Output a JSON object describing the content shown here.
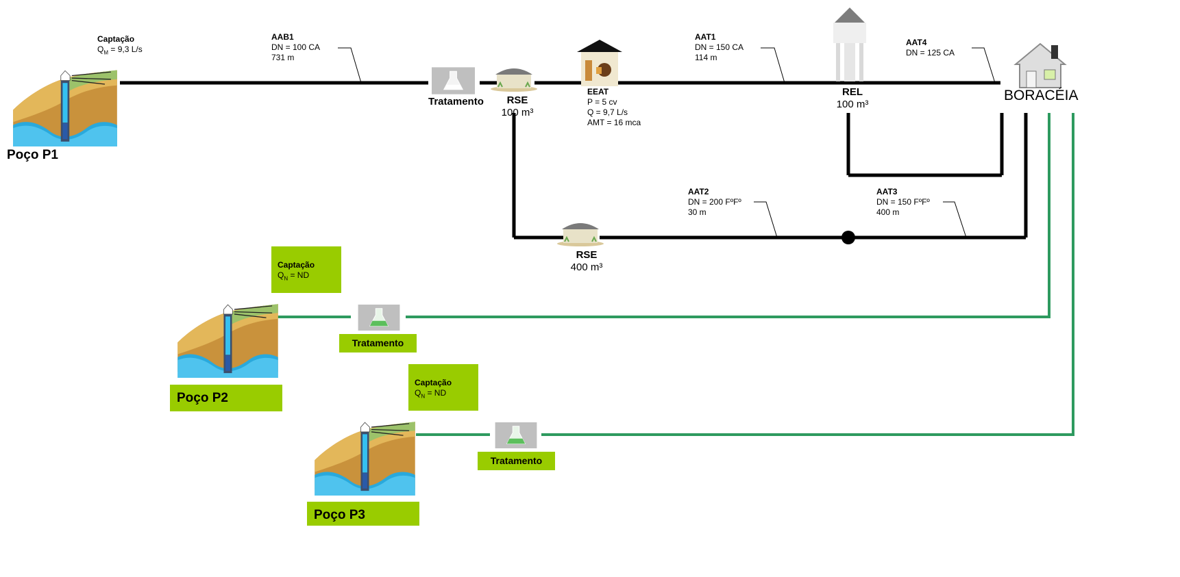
{
  "colors": {
    "main_line": "#000000",
    "secondary_line": "#2e9a5f",
    "label_box": "#99cc00",
    "ground_brown": "#c9923c",
    "water": "#29a9dc"
  },
  "wells": {
    "p1": {
      "name": "Poço P1"
    },
    "p2": {
      "name": "Poço P2"
    },
    "p3": {
      "name": "Poço P3"
    }
  },
  "captacao": {
    "p1": {
      "title": "Captação",
      "flow_symbol": "Q",
      "flow_sub": "M",
      "flow_value": " = 9,3 L/s"
    },
    "p2": {
      "title": "Captação",
      "flow_symbol": "Q",
      "flow_sub": "N",
      "flow_value": " = ND"
    },
    "p3": {
      "title": "Captação",
      "flow_symbol": "Q",
      "flow_sub": "N",
      "flow_value": " = ND"
    }
  },
  "treatment": {
    "main": "Tratamento",
    "p2": "Tratamento",
    "p3": "Tratamento"
  },
  "pipes": {
    "aab1": {
      "name": "AAB1",
      "dn": "DN = 100 CA",
      "length": "731 m"
    },
    "aat1": {
      "name": "AAT1",
      "dn": "DN = 150 CA",
      "length": "114 m"
    },
    "aat4": {
      "name": "AAT4",
      "dn": "DN = 125 CA"
    },
    "aat2": {
      "name": "AAT2",
      "dn": "DN = 200 FºFº",
      "length": "30 m"
    },
    "aat3": {
      "name": "AAT3",
      "dn": "DN = 150 FºFº",
      "length": "400 m"
    }
  },
  "reservoirs": {
    "rse100": {
      "name": "RSE",
      "volume": "100 m³"
    },
    "rse400": {
      "name": "RSE",
      "volume": "400 m³"
    },
    "rel": {
      "name": "REL",
      "volume": "100 m³"
    }
  },
  "pump_station": {
    "name": "EEAT",
    "power": "P = 5 cv",
    "flow": "Q = 9,7 L/s",
    "head": "AMT = 16 mca"
  },
  "city": {
    "name": "BORACÉIA"
  },
  "icons": {
    "well": "well-cross-section-icon",
    "flask": "flask-icon",
    "reservoir": "ground-reservoir-icon",
    "pump_house": "pump-house-icon",
    "water_tower": "elevated-tank-icon",
    "house": "house-icon",
    "junction": "junction-node-icon"
  }
}
